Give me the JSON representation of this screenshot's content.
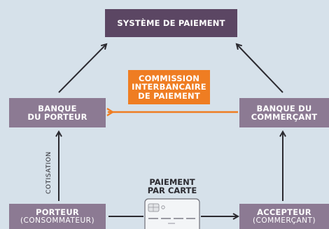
{
  "nodes": {
    "systeme": "SYSTÈME DE PAIEMENT",
    "banque_porteur": [
      "BANQUE",
      "DU PORTEUR"
    ],
    "banque_commercant": [
      "BANQUE DU",
      "COMMERÇANT"
    ],
    "commission": [
      "COMMISSION",
      "INTERBANCAIRE",
      "DE PAIEMENT"
    ],
    "porteur": {
      "title": "PORTEUR",
      "subtitle": "(CONSOMMATEUR)"
    },
    "accepteur": {
      "title": "ACCEPTEUR",
      "subtitle": "(COMMERÇANT)"
    }
  },
  "labels": {
    "cotisation": "COTISATION",
    "paiement": [
      "PAIEMENT",
      "PAR CARTE"
    ]
  },
  "colors": {
    "background": "#d6e1ea",
    "box_dark": "#5b4663",
    "box_light": "#8c7a93",
    "commission": "#ef7d22",
    "arrow_dark": "#2b2a30",
    "arrow_orange": "#ef7d22"
  }
}
